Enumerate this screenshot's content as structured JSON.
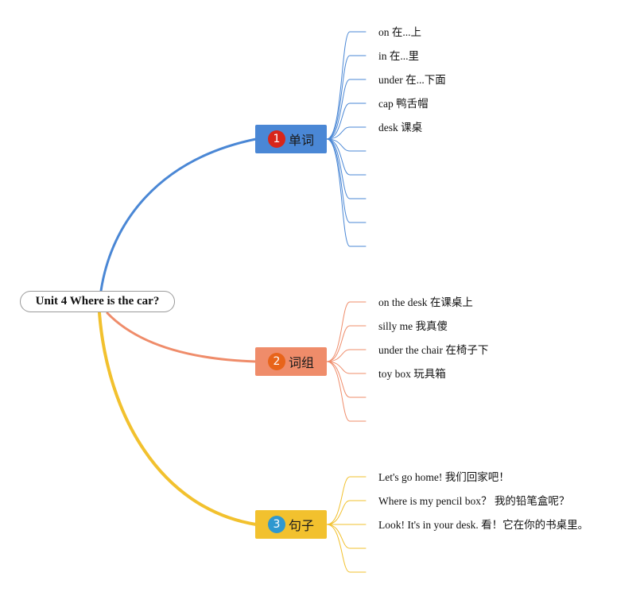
{
  "root": {
    "title": "Unit 4 Where is the car?"
  },
  "colors": {
    "branch1": "#4a87d5",
    "branch2": "#ef8c6a",
    "branch3": "#f2c12e",
    "badge1": "#d8261a",
    "badge2": "#e8641a",
    "badge3": "#2f98cf"
  },
  "branches": [
    {
      "number": "1",
      "label": "单词",
      "items": [
        "on 在...上",
        "in 在...里",
        "under 在...下面",
        "cap 鸭舌帽",
        "desk 课桌",
        "",
        "",
        "",
        "",
        ""
      ]
    },
    {
      "number": "2",
      "label": "词组",
      "items": [
        "on the desk 在课桌上",
        "silly me 我真傻",
        "under the chair 在椅子下",
        "toy box 玩具箱",
        "",
        ""
      ]
    },
    {
      "number": "3",
      "label": "句子",
      "items": [
        "Let's go home! 我们回家吧！",
        "Where is my pencil box？ 我的铅笔盒呢？",
        "Look! It's in your desk. 看！它在你的书桌里。",
        "",
        ""
      ]
    }
  ]
}
